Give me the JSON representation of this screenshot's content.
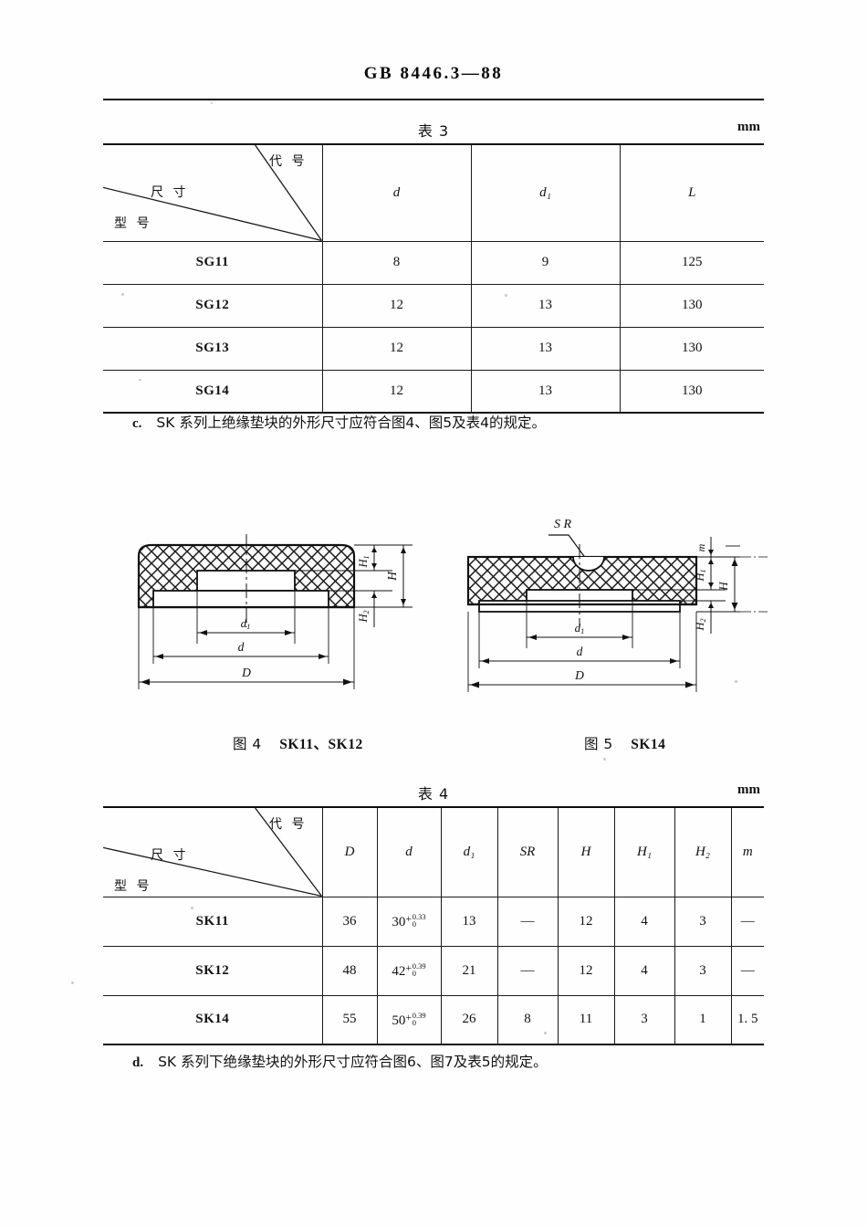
{
  "document": {
    "standard_number": "GB 8446.3—88",
    "unit_label": "mm"
  },
  "table3": {
    "caption": "表 3",
    "unit": "mm",
    "corner": {
      "code_label": "代 号",
      "dimension_label": "尺  寸",
      "model_label": "型  号"
    },
    "columns": [
      "d",
      "d₁",
      "L"
    ],
    "rows": [
      {
        "model": "SG11",
        "d": "8",
        "d1": "9",
        "L": "125"
      },
      {
        "model": "SG12",
        "d": "12",
        "d1": "13",
        "L": "130"
      },
      {
        "model": "SG13",
        "d": "12",
        "d1": "13",
        "L": "130"
      },
      {
        "model": "SG14",
        "d": "12",
        "d1": "13",
        "L": "130"
      }
    ]
  },
  "paragraph_c": {
    "marker": "c.",
    "text": "SK 系列上绝缘垫块的外形尺寸应符合图4、图5及表4的规定。"
  },
  "figure4": {
    "caption_prefix": "图 4",
    "caption_models": "SK11、SK12",
    "labels": {
      "H1": "H₁",
      "H": "H",
      "H2": "H₂",
      "d1": "d₁",
      "d": "d",
      "D": "D"
    }
  },
  "figure5": {
    "caption_prefix": "图 5",
    "caption_models": "SK14",
    "labels": {
      "SR": "SR",
      "m": "m",
      "H1": "H₁",
      "H": "H",
      "H2": "H₂",
      "d1": "d₁",
      "d": "d",
      "D": "D"
    }
  },
  "table4": {
    "caption": "表 4",
    "unit": "mm",
    "corner": {
      "code_label": "代 号",
      "dimension_label": "尺    寸",
      "model_label": "型  号"
    },
    "columns": [
      "D",
      "d",
      "d₁",
      "SR",
      "H",
      "H₁",
      "H₂",
      "m"
    ],
    "rows": [
      {
        "model": "SK11",
        "D": "36",
        "d_base": "30",
        "d_upper": "0.33",
        "d_lower": "0",
        "d1": "13",
        "SR": "—",
        "H": "12",
        "H1": "4",
        "H2": "3",
        "m": "—"
      },
      {
        "model": "SK12",
        "D": "48",
        "d_base": "42",
        "d_upper": "0.39",
        "d_lower": "0",
        "d1": "21",
        "SR": "—",
        "H": "12",
        "H1": "4",
        "H2": "3",
        "m": "—"
      },
      {
        "model": "SK14",
        "D": "55",
        "d_base": "50",
        "d_upper": "0.39",
        "d_lower": "0",
        "d1": "26",
        "SR": "8",
        "H": "11",
        "H1": "3",
        "H2": "1",
        "m": "1. 5"
      }
    ]
  },
  "paragraph_d": {
    "marker": "d.",
    "text": "SK 系列下绝缘垫块的外形尺寸应符合图6、图7及表5的规定。"
  }
}
